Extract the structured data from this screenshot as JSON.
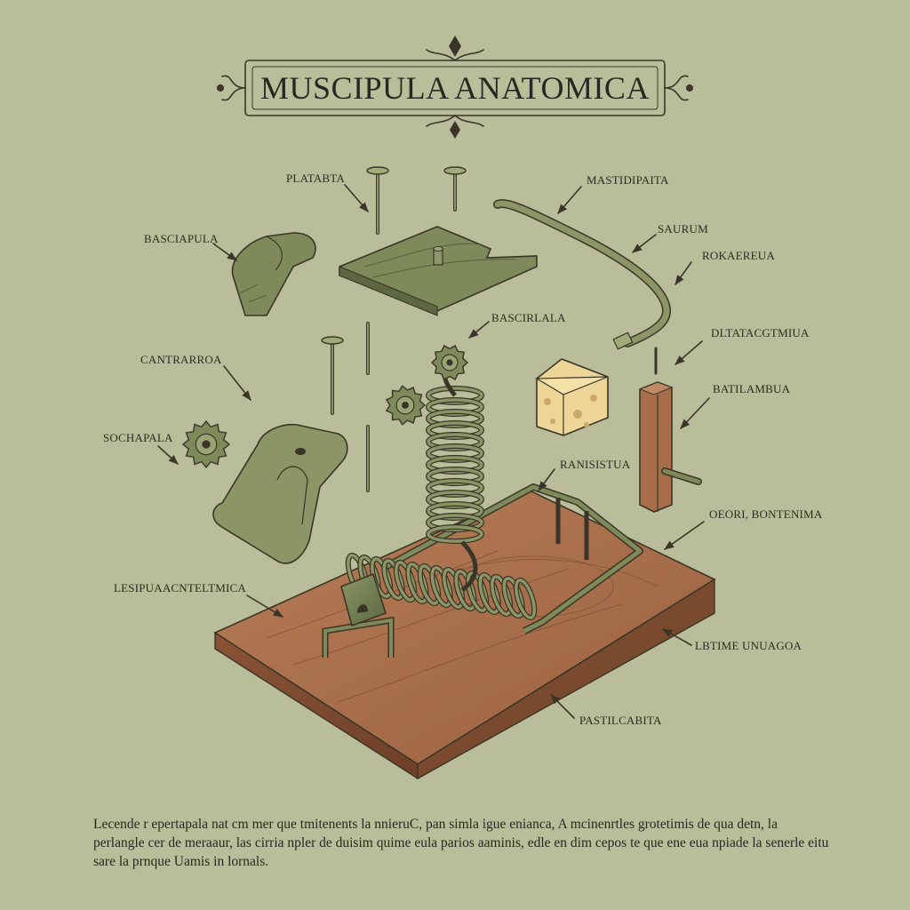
{
  "title": "MUSCIPULA ANATOMICA",
  "labels": {
    "plataba": "PLATABTA",
    "mastidipaita": "MASTIDIPAITA",
    "basciapula": "BASCIAPULA",
    "saurum": "SAURUM",
    "rokaereua": "ROKAEREUA",
    "bascirlala": "BASCIRLALA",
    "dltatacgmiua": "DLTATACGTMIUA",
    "cantrarroa": "CANTRARROA",
    "batilambua": "BATILAMBUA",
    "sochapala": "SOCHAPALA",
    "ranisistua": "RANISISTUA",
    "oeori": "OEORI, BONTENIMA",
    "lesipua": "LESIPUAACNTELTMICA",
    "lbtime": "LBTIME UNUAGOA",
    "pastilcabita": "PASTILCABITA"
  },
  "legend_text": "Lecende r epertapala nat cm mer que tmitenents la nnieruC, pan simla igue enianca, A mcinenrtles grotetimis de qua detn, la perlangle cer de meraaur, las cirria npler de duisim quime eula parios aaminis, edle en dim cepos te que ene eua npiade la senerle eitu sare la prnque Uamis in lornals.",
  "colors": {
    "background": "#b9bd9a",
    "metal": "#6e7a50",
    "wood": "#a86e4a",
    "cheese": "#ecd597",
    "ink": "#3a3528"
  },
  "icons": [
    "ornamental-frame",
    "nail-icon",
    "gear-icon",
    "spring-icon",
    "cheese-icon"
  ]
}
